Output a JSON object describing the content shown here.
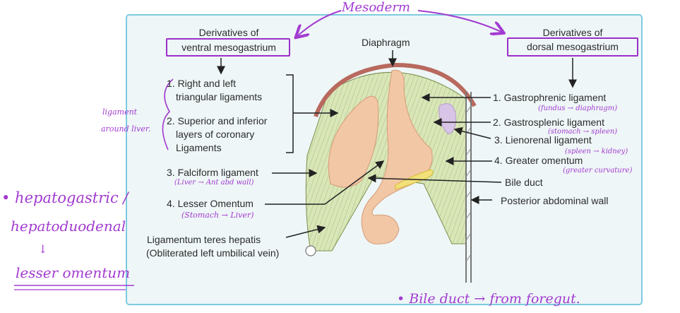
{
  "header": {
    "mesoderm": "Mesoderm"
  },
  "left_header": {
    "line1": "Derivatives of",
    "line2": "ventral mesogastrium"
  },
  "right_header": {
    "line1": "Derivatives of",
    "line2": "dorsal mesogastrium"
  },
  "top_label": "Diaphragm",
  "left_items": {
    "item1_line1": "1. Right and left",
    "item1_line2": "triangular ligaments",
    "item2_line1": "2. Superior and inferior",
    "item2_line2": "layers of coronary",
    "item2_line3": "Ligaments",
    "item3": "3. Falciform ligament",
    "item4": "4. Lesser Omentum",
    "item5_line1": "Ligamentum teres hepatis",
    "item5_line2": "(Obliterated left umbilical vein)"
  },
  "right_items": {
    "item1": "1. Gastrophrenic ligament",
    "item2": "2. Gastrosplenic ligament",
    "item3": "3. Lienorenal ligament",
    "item4": "4. Greater omentum",
    "bile": "Bile duct",
    "wall": "Posterior abdominal wall"
  },
  "handwritten": {
    "ligament_liver_1": "ligament",
    "ligament_liver_2": "around liver.",
    "falciform_note": "(Liver → Ant abd wall)",
    "lesser_note": "(Stomach → Liver)",
    "gastrophrenic_note": "(fundus → diaphragm)",
    "gastrosplenic_note": "(stomach → spleen)",
    "lienorenal_note": "(spleen → kidney)",
    "greater_note": "(greater curvature)",
    "side_1": "• hepatogastric /",
    "side_2": "hepatoduodenal",
    "side_arrow": "↓",
    "side_3": "lesser omentum",
    "bottom": "• Bile duct → from foregut."
  },
  "colors": {
    "purple_ink": "#a23bd0",
    "card_border": "#7dcbe0",
    "mesentery": "#d9e6b8",
    "organ": "#f2c7a5",
    "diaphragm": "#b86a5e",
    "spleen": "#d8c4e6",
    "bile_duct": "#f2e07a"
  }
}
